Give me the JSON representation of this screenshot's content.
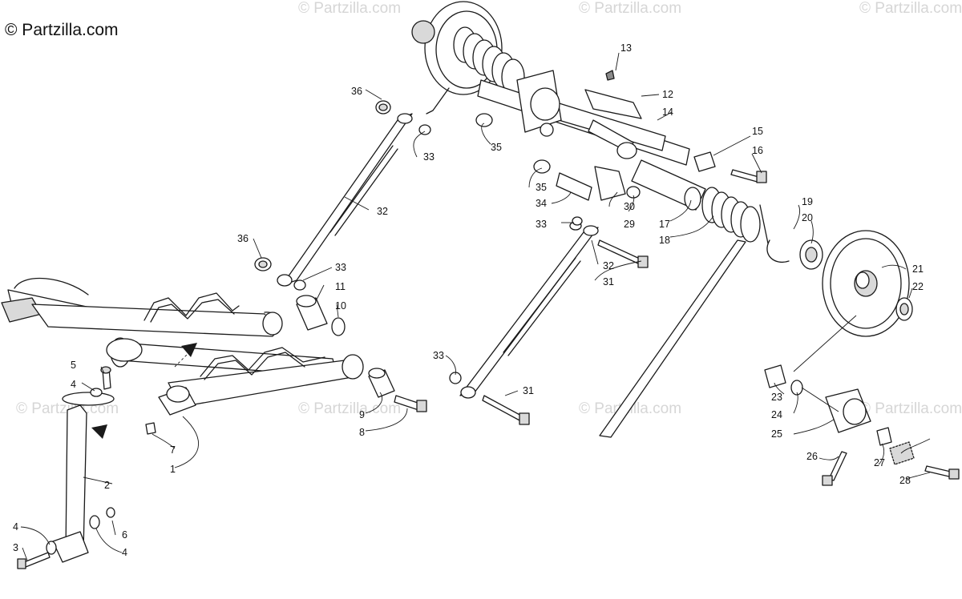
{
  "copyright": "© Partzilla.com",
  "watermark": "© Partzilla.com",
  "callouts": {
    "c1": "1",
    "c2": "2",
    "c3": "3",
    "c4a": "4",
    "c4b": "4",
    "c4c": "4",
    "c5": "5",
    "c6": "6",
    "c7": "7",
    "c8": "8",
    "c9": "9",
    "c10": "10",
    "c11": "11",
    "c12": "12",
    "c13": "13",
    "c14": "14",
    "c15": "15",
    "c16": "16",
    "c17": "17",
    "c18": "18",
    "c19": "19",
    "c20": "20",
    "c21": "21",
    "c22": "22",
    "c23": "23",
    "c24": "24",
    "c25": "25",
    "c26": "26",
    "c27": "27",
    "c28": "28",
    "c29": "29",
    "c30": "30",
    "c31a": "31",
    "c31b": "31",
    "c32a": "32",
    "c32b": "32",
    "c33a": "33",
    "c33b": "33",
    "c33c": "33",
    "c33d": "33",
    "c34": "34",
    "c35a": "35",
    "c35b": "35",
    "c36a": "36",
    "c36b": "36"
  }
}
